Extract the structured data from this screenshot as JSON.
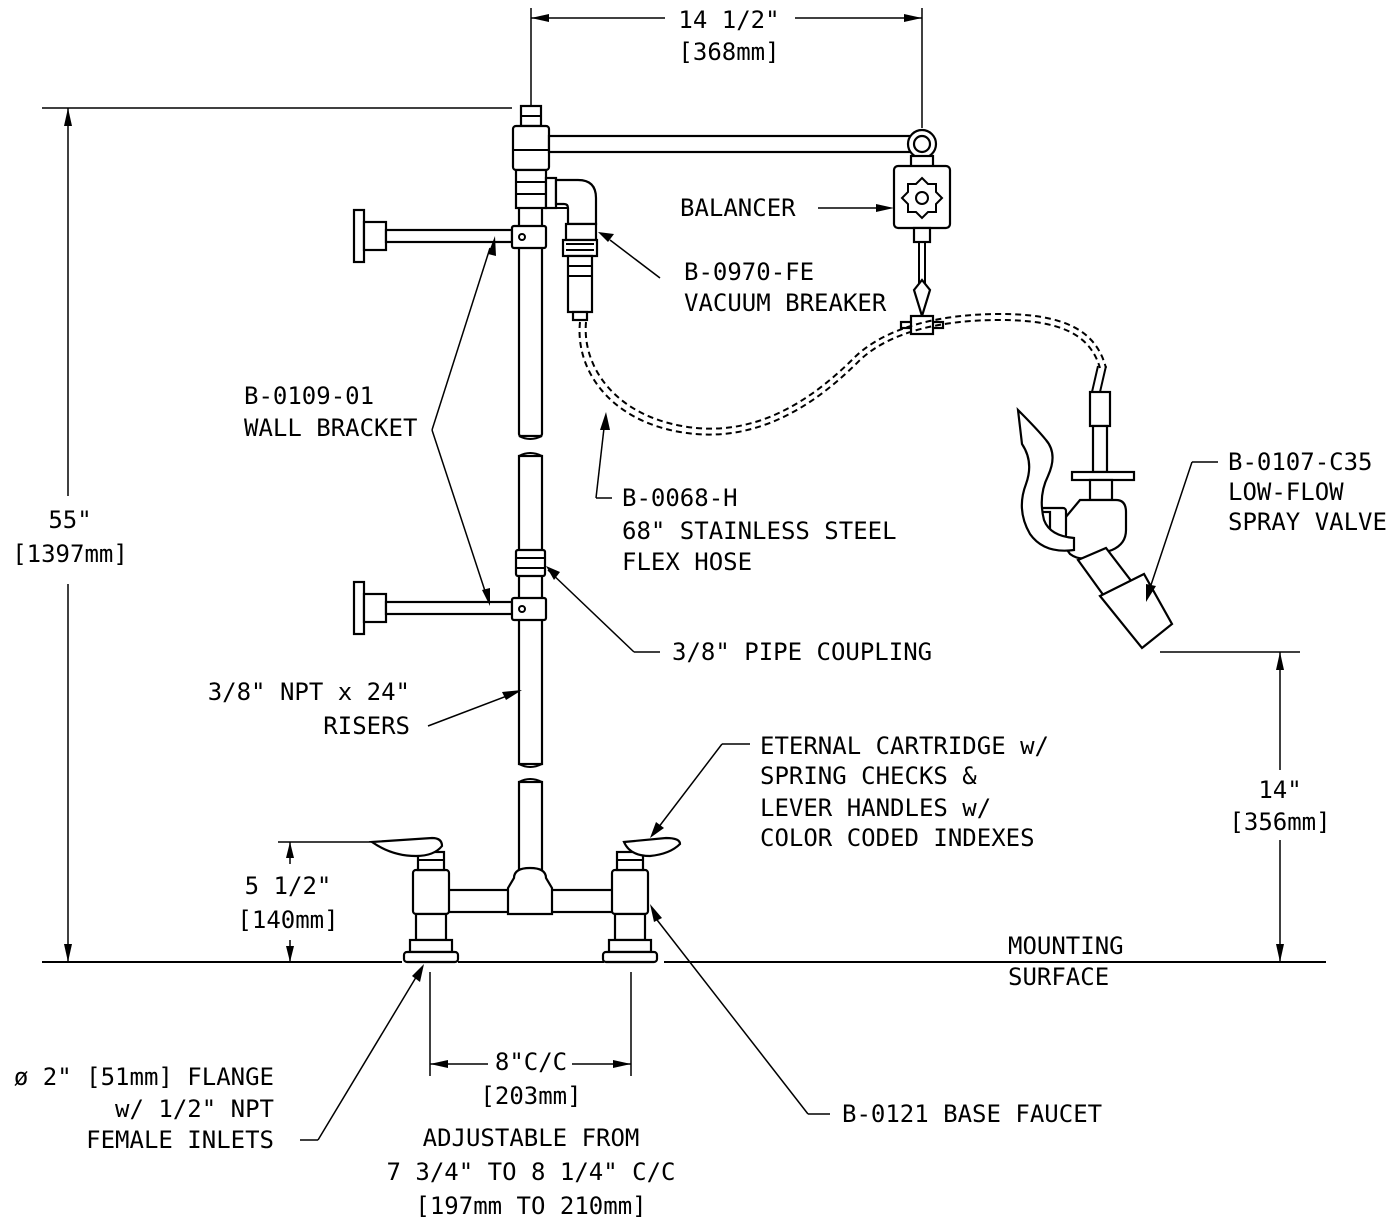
{
  "dimensions": {
    "balancer_span": [
      "14 1/2\"",
      "[368mm]"
    ],
    "overall_height": [
      "55\"",
      "[1397mm]"
    ],
    "spray_height": [
      "14\"",
      "[356mm]"
    ],
    "faucet_height": [
      "5 1/2\"",
      "[140mm]"
    ],
    "center_spacing": [
      "8\"C/C",
      "[203mm]",
      "ADJUSTABLE FROM",
      "7 3/4\" TO 8 1/4\" C/C",
      "[197mm TO 210mm]"
    ]
  },
  "callouts": {
    "balancer": [
      "BALANCER"
    ],
    "vacuum_breaker": [
      "B-0970-FE",
      "VACUUM BREAKER"
    ],
    "wall_bracket": [
      "B-0109-01",
      "WALL BRACKET"
    ],
    "flex_hose": [
      "B-0068-H",
      "68\" STAINLESS STEEL",
      "FLEX HOSE"
    ],
    "spray_valve": [
      "B-0107-C35",
      "LOW-FLOW",
      "SPRAY VALVE"
    ],
    "pipe_coupling": [
      "3/8\" PIPE COUPLING"
    ],
    "risers": [
      "3/8\" NPT x 24\"",
      "RISERS"
    ],
    "cartridge": [
      "ETERNAL CARTRIDGE w/",
      "SPRING CHECKS &",
      "LEVER HANDLES w/",
      "COLOR CODED INDEXES"
    ],
    "mounting_surface": [
      "MOUNTING",
      "SURFACE"
    ],
    "flange": [
      "ø 2\" [51mm] FLANGE",
      "w/ 1/2\" NPT",
      "FEMALE INLETS"
    ],
    "base_faucet": [
      "B-0121 BASE FAUCET"
    ]
  }
}
